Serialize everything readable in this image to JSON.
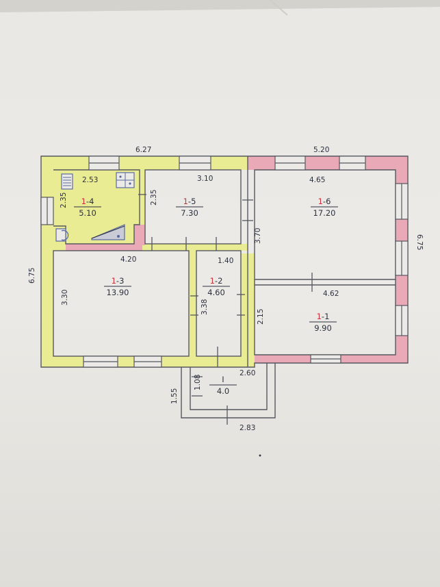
{
  "plan": {
    "outer_dims": {
      "top_left": "6.27",
      "top_right": "5.20",
      "left": "6.75",
      "right": "6.75"
    },
    "rooms": [
      {
        "id": "r14",
        "prefix": "1",
        "suffix": "-4",
        "area": "5.10"
      },
      {
        "id": "r15",
        "prefix": "1",
        "suffix": "-5",
        "area": "7.30"
      },
      {
        "id": "r16",
        "prefix": "1",
        "suffix": "-6",
        "area": "17.20"
      },
      {
        "id": "r13",
        "prefix": "1",
        "suffix": "-3",
        "area": "13.90"
      },
      {
        "id": "r12",
        "prefix": "1",
        "suffix": "-2",
        "area": "4.60"
      },
      {
        "id": "r11",
        "prefix": "1",
        "suffix": "-1",
        "area": "9.90"
      },
      {
        "id": "rI",
        "prefix": "",
        "suffix": "I",
        "area": "4.0"
      }
    ],
    "inner_dims": {
      "r14_width": "2.53",
      "r14_height": "2.35",
      "r14_r15_height": "2.35",
      "r15_width": "3.10",
      "r16_width": "4.65",
      "r16_height": "3.70",
      "r13_width": "4.20",
      "r13_height": "3.30",
      "r12_width": "1.40",
      "r12_height": "3.38",
      "r11_width": "4.62",
      "r11_height": "2.15",
      "porch_top": "2.60",
      "porch_height": "1.08",
      "porch_outer_height": "1.55",
      "porch_bottom": "2.83"
    }
  },
  "colors": {
    "paper": "#ebeae6",
    "yellow_wall": "#e9ec93",
    "pink_wall": "#e9a9b7",
    "line": "#55575f",
    "ink": "#2c3140",
    "red_ink": "#c8313a",
    "fixture_blue": "#5a6aa0"
  }
}
